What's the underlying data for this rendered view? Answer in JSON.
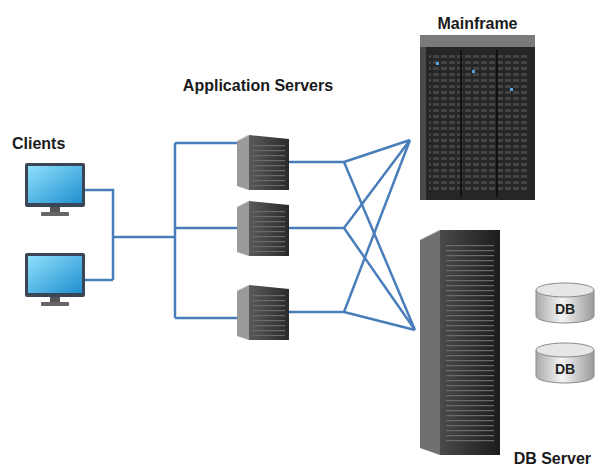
{
  "diagram": {
    "nodes": [
      {
        "text": [
          "Clients"
        ]
      },
      {
        "text": [
          "Application Servers"
        ]
      },
      {
        "text": [
          "Mainframe"
        ]
      },
      {
        "text": [
          "DB Server"
        ]
      },
      {
        "text": [
          "DB"
        ]
      },
      {
        "text": [
          "DB"
        ]
      }
    ],
    "edges": [
      {
        "from": 0,
        "to": 1,
        "arrow": "none"
      },
      {
        "from": 1,
        "to": 2,
        "arrow": "none"
      },
      {
        "from": 1,
        "to": 3,
        "arrow": "none"
      }
    ]
  }
}
